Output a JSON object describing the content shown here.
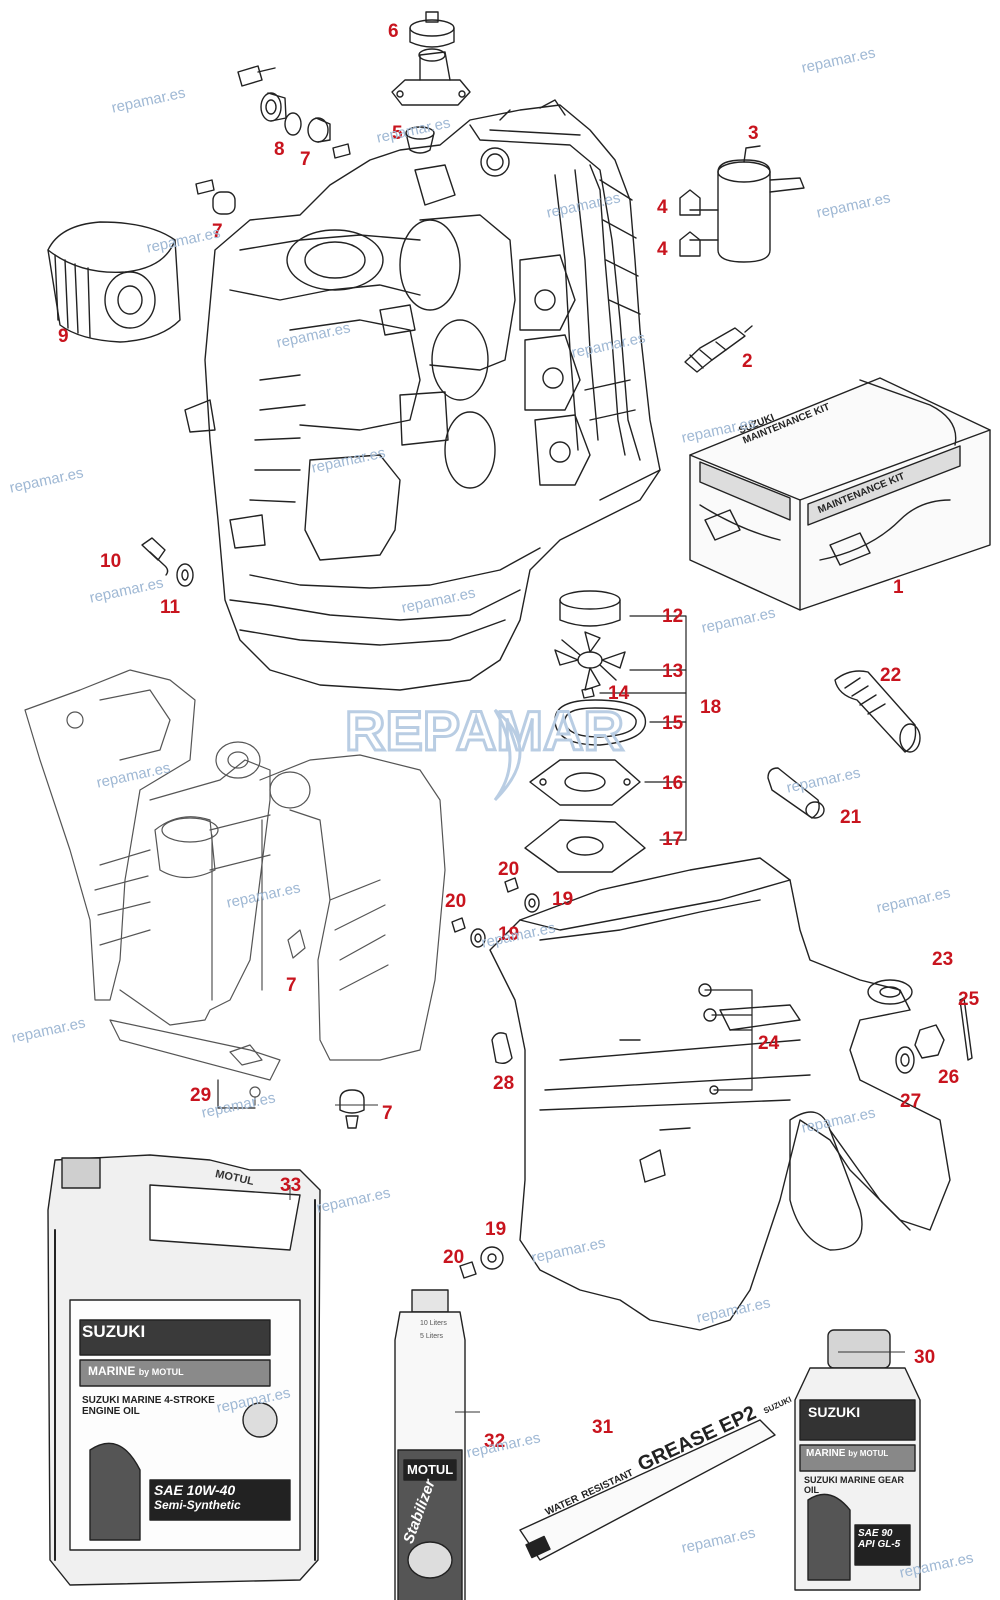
{
  "watermark_text": "repamar.es",
  "logo": {
    "text": "REPAMAR",
    "color": "#b9cde3"
  },
  "callout_color": "#c8141e",
  "callouts": [
    {
      "id": "c6",
      "label": "6"
    },
    {
      "id": "c5",
      "label": "5"
    },
    {
      "id": "c3",
      "label": "3"
    },
    {
      "id": "c8",
      "label": "8"
    },
    {
      "id": "c7a",
      "label": "7"
    },
    {
      "id": "c7b",
      "label": "7"
    },
    {
      "id": "c4a",
      "label": "4"
    },
    {
      "id": "c4b",
      "label": "4"
    },
    {
      "id": "c9",
      "label": "9"
    },
    {
      "id": "c2",
      "label": "2"
    },
    {
      "id": "c1",
      "label": "1"
    },
    {
      "id": "c10",
      "label": "10"
    },
    {
      "id": "c11",
      "label": "11"
    },
    {
      "id": "c12",
      "label": "12"
    },
    {
      "id": "c13",
      "label": "13"
    },
    {
      "id": "c14",
      "label": "14"
    },
    {
      "id": "c18",
      "label": "18"
    },
    {
      "id": "c15",
      "label": "15"
    },
    {
      "id": "c16",
      "label": "16"
    },
    {
      "id": "c17",
      "label": "17"
    },
    {
      "id": "c22",
      "label": "22"
    },
    {
      "id": "c21",
      "label": "21"
    },
    {
      "id": "c20a",
      "label": "20"
    },
    {
      "id": "c19a",
      "label": "19"
    },
    {
      "id": "c20b",
      "label": "20"
    },
    {
      "id": "c19b",
      "label": "19"
    },
    {
      "id": "c7c",
      "label": "7"
    },
    {
      "id": "c23",
      "label": "23"
    },
    {
      "id": "c25",
      "label": "25"
    },
    {
      "id": "c24",
      "label": "24"
    },
    {
      "id": "c26",
      "label": "26"
    },
    {
      "id": "c28",
      "label": "28"
    },
    {
      "id": "c27",
      "label": "27"
    },
    {
      "id": "c29",
      "label": "29"
    },
    {
      "id": "c7d",
      "label": "7"
    },
    {
      "id": "c33",
      "label": "33"
    },
    {
      "id": "c19c",
      "label": "19"
    },
    {
      "id": "c20c",
      "label": "20"
    },
    {
      "id": "c30",
      "label": "30"
    },
    {
      "id": "c31",
      "label": "31"
    },
    {
      "id": "c32",
      "label": "32"
    }
  ],
  "maintenance_kit": {
    "brand": "SUZUKI",
    "title": "MAINTENANCE KIT"
  },
  "engine_oil": {
    "brand": "SUZUKI",
    "line": "MARINE",
    "partner": "by MOTUL",
    "product": "SUZUKI MARINE 4-STROKE ENGINE OIL",
    "grade": "SAE 10W-40",
    "type": "Semi-Synthetic",
    "cap_brand": "MOTUL"
  },
  "gear_oil": {
    "brand": "SUZUKI",
    "line": "MARINE",
    "partner": "by MOTUL",
    "product": "SUZUKI MARINE GEAR OIL",
    "grade": "SAE 90",
    "spec": "API GL-5"
  },
  "stabilizer": {
    "brand": "MOTUL",
    "name": "Stabilizer",
    "mark1": "10 Liters",
    "mark2": "5 Liters"
  },
  "grease": {
    "brand": "SUZUKI",
    "line1": "WATER",
    "line2": "RESISTANT",
    "name": "GREASE EP2"
  }
}
